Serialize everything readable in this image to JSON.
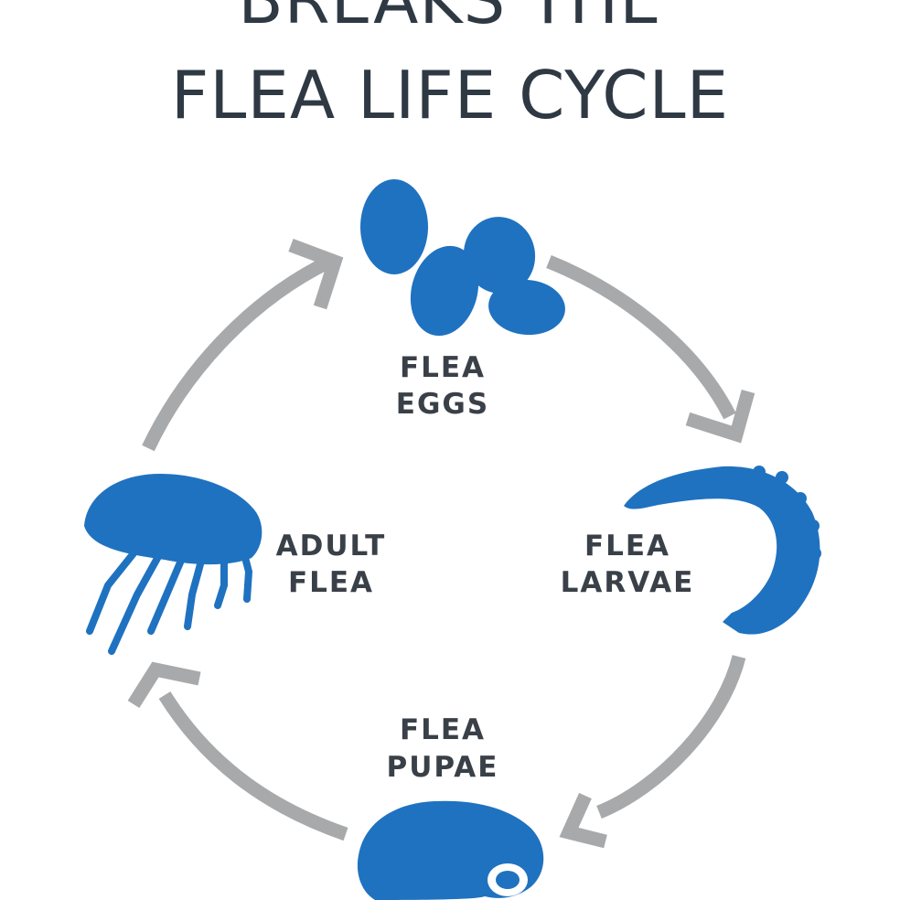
{
  "title": {
    "line1": "BREAKS THE",
    "line2": "FLEA LIFE CYCLE"
  },
  "stages": [
    {
      "id": "eggs",
      "line1": "FLEA",
      "line2": "EGGS",
      "icon": "flea-eggs-icon"
    },
    {
      "id": "larvae",
      "line1": "FLEA",
      "line2": "LARVAE",
      "icon": "flea-larva-icon"
    },
    {
      "id": "pupae",
      "line1": "FLEA",
      "line2": "PUPAE",
      "icon": "flea-pupa-icon"
    },
    {
      "id": "adult",
      "line1": "ADULT",
      "line2": "FLEA",
      "icon": "adult-flea-icon"
    }
  ],
  "colors": {
    "title": "#2f3943",
    "label": "#3a4048",
    "icon_blue": "#1f72c0",
    "arrow_gray": "#a7a9ab"
  }
}
